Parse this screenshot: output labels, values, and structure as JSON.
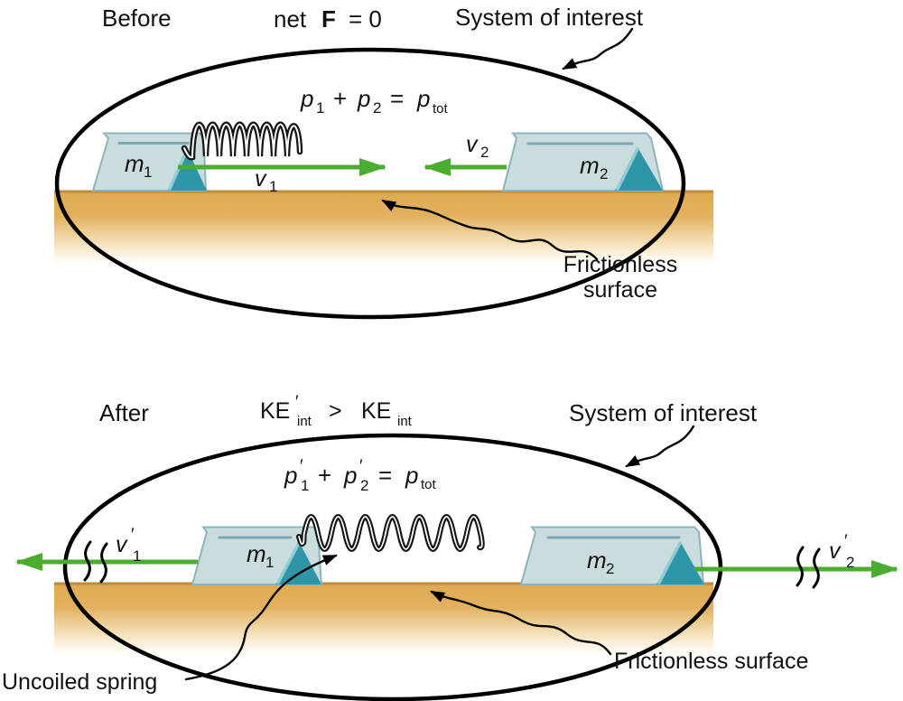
{
  "colors": {
    "arrow_green": "#4bad2f",
    "surface_tan": "#e2b160",
    "block_fill": "#cadcdd",
    "block_accent": "#2e96a6",
    "line_black": "#000000"
  },
  "before": {
    "title": "Before",
    "net_f": {
      "pre": "net",
      "f": "F",
      "post": "= 0"
    },
    "system": "System of interest",
    "eq": {
      "p": "p",
      "s1": "1",
      "plus": "+",
      "s2": "2",
      "eqs": "=",
      "stot": "tot"
    },
    "m1": {
      "sym": "m",
      "sub": "1"
    },
    "m2": {
      "sym": "m",
      "sub": "2"
    },
    "v1": {
      "sym": "v",
      "sub": "1"
    },
    "v2": {
      "sym": "v",
      "sub": "2"
    },
    "friction_line1": "Frictionless",
    "friction_line2": "surface"
  },
  "after": {
    "title": "After",
    "ke": {
      "ke": "KE",
      "prime": "′",
      "int": "int",
      "gt": ">"
    },
    "system": "System of interest",
    "eq": {
      "p": "p",
      "prime": "′",
      "s1": "1",
      "plus": "+",
      "s2": "2",
      "eqs": "=",
      "stot": "tot"
    },
    "m1": {
      "sym": "m",
      "sub": "1"
    },
    "m2": {
      "sym": "m",
      "sub": "2"
    },
    "v1": {
      "sym": "v",
      "prime": "′",
      "sub": "1"
    },
    "v2": {
      "sym": "v",
      "prime": "′",
      "sub": "2"
    },
    "uncoiled_label": "Uncoiled spring",
    "friction_label": "Frictionless surface"
  }
}
